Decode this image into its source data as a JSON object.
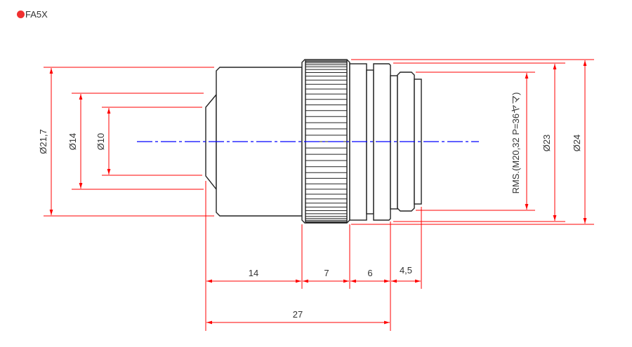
{
  "title": {
    "label": "FA5X",
    "dot_color": "#f03030"
  },
  "colors": {
    "dimension": "#ff0000",
    "centerline": "#0000ff",
    "outline": "#222222"
  },
  "dimensions": {
    "dia_21_7": "Ø21,7",
    "dia_14": "Ø14",
    "dia_10": "Ø10",
    "thread": "RMS.(M20,32 P=36ヤマ)",
    "dia_23": "Ø23",
    "dia_24": "Ø24",
    "len_14": "14",
    "len_7": "7",
    "len_6": "6",
    "len_4_5": "4,5",
    "len_27": "27"
  }
}
